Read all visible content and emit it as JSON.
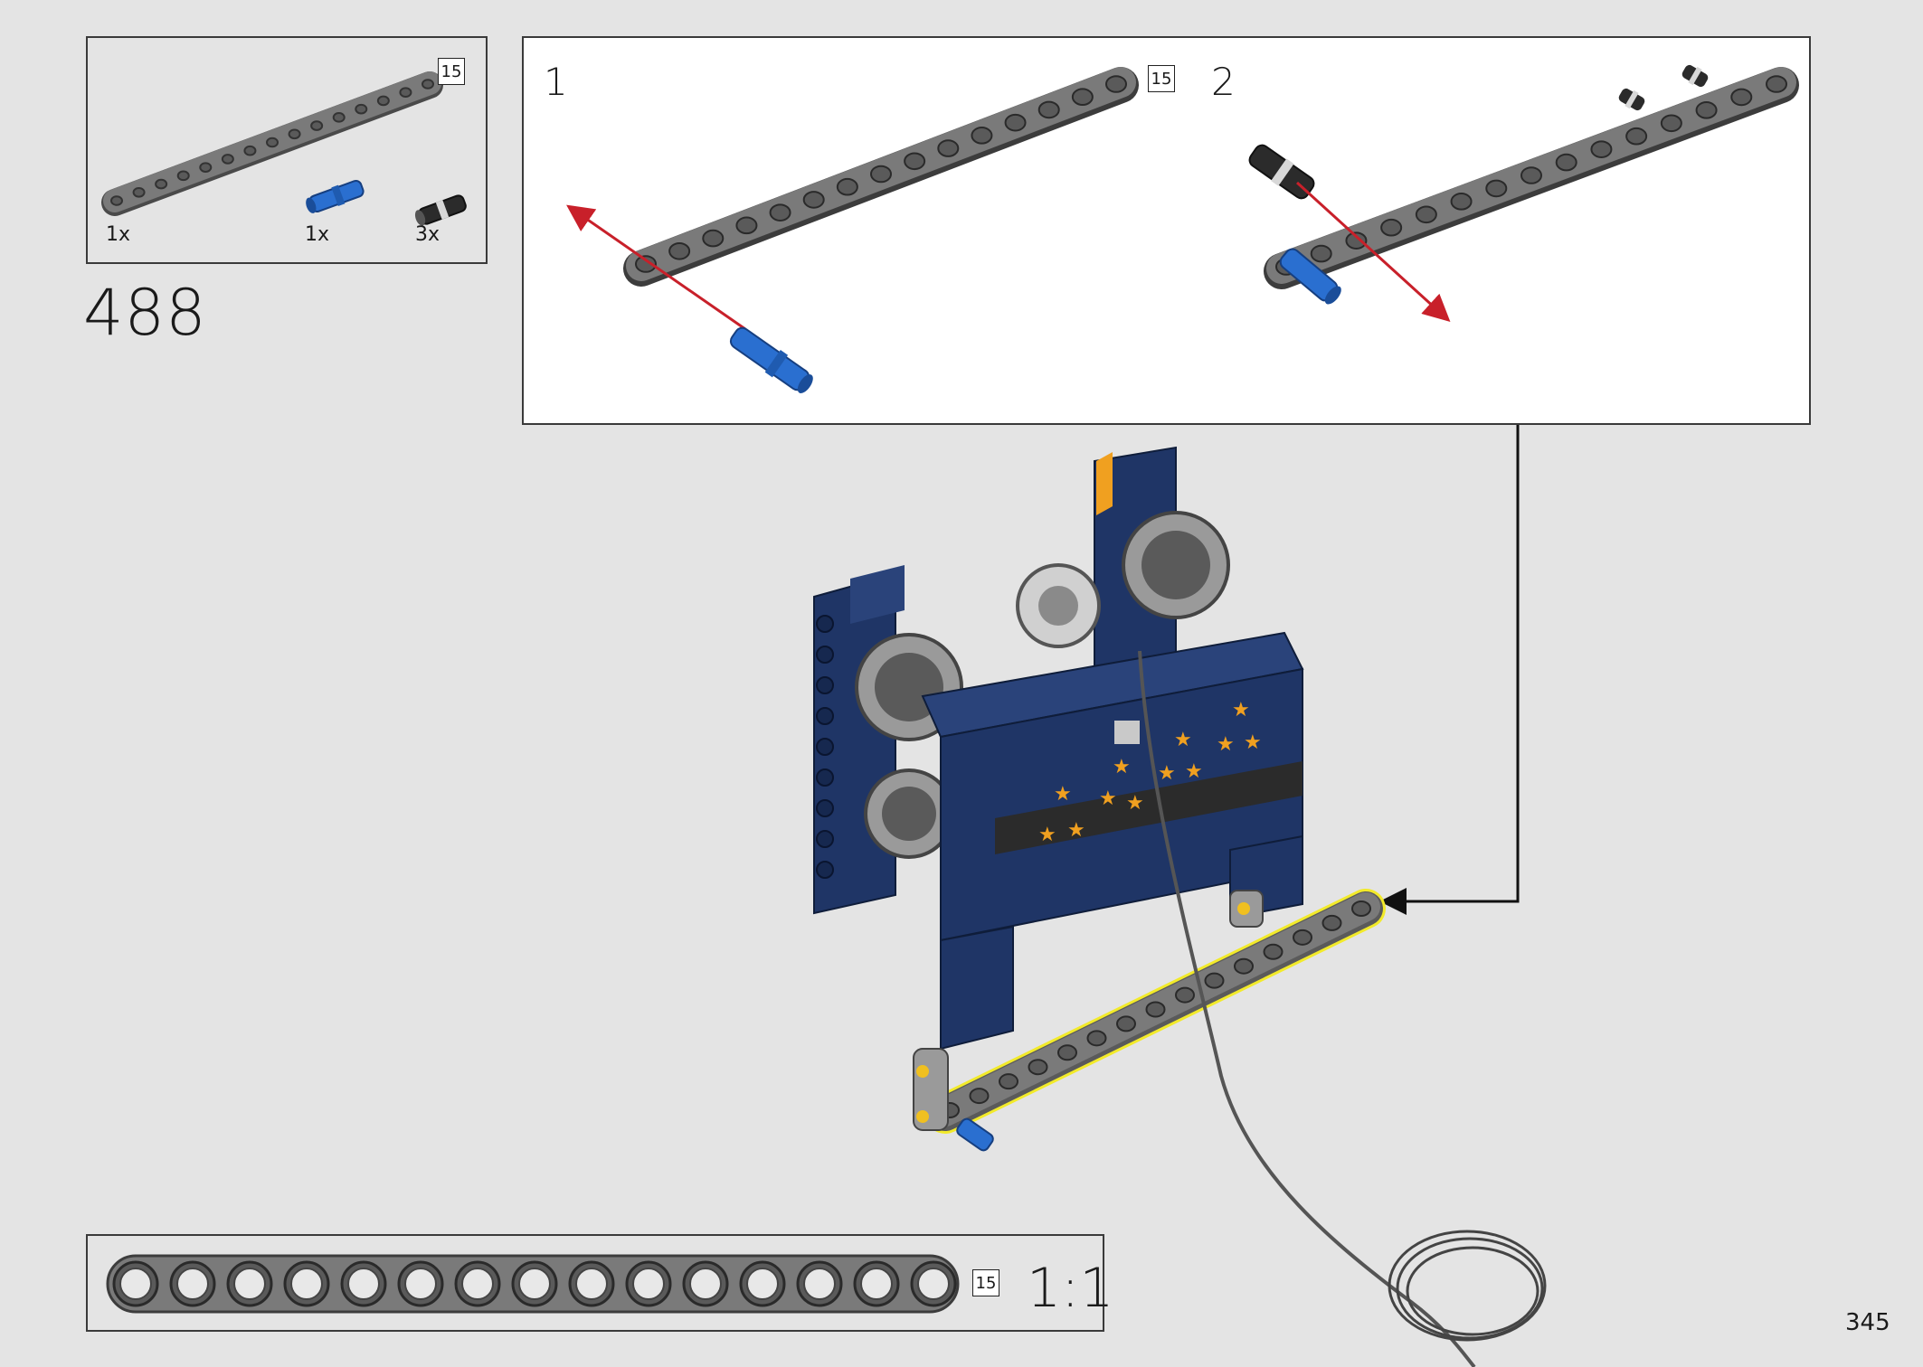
{
  "parts_list": {
    "items": [
      {
        "name": "gray 15-hole beam",
        "quantity": "1x",
        "length": "15"
      },
      {
        "name": "blue axle pin",
        "quantity": "1x"
      },
      {
        "name": "black friction pin",
        "quantity": "3x"
      }
    ]
  },
  "step": {
    "number": "488",
    "substeps": [
      {
        "number": "1",
        "beam_length": "15"
      },
      {
        "number": "2"
      }
    ]
  },
  "scale_reference": {
    "length": "15",
    "holes": 15,
    "ratio": "1:1"
  },
  "page": {
    "number": "345"
  },
  "colors": {
    "page_background": "#e4e4e4",
    "beam_gray": "#707070",
    "beam_hole": "#3a3a3a",
    "pin_blue": "#2a6fd0",
    "pin_black": "#2b2b2b",
    "arrow_red": "#c8202a",
    "highlight_yellow": "#f2ea2a",
    "model_navy": "#1f3566",
    "accent_orange": "#f0a020"
  }
}
